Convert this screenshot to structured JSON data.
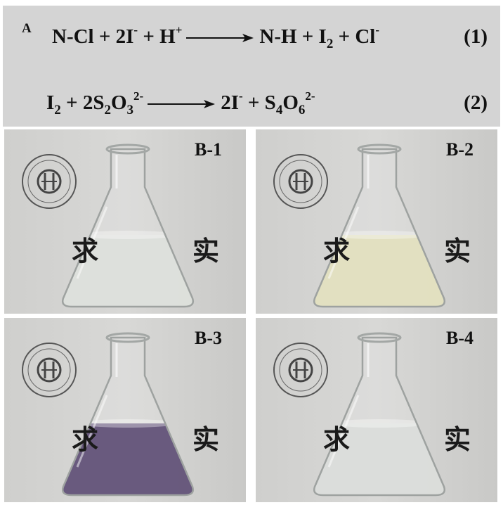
{
  "panel_a": {
    "letter": "A",
    "eq1": {
      "lhs": [
        "N-Cl + 2I",
        "-",
        " + H",
        "+"
      ],
      "rhs": [
        "N-H + I",
        "2",
        " + Cl",
        "-"
      ],
      "number": "(1)"
    },
    "eq2": {
      "lhs": [
        "I",
        "2",
        " + 2S",
        "2",
        "O",
        "3",
        "2-"
      ],
      "rhs": [
        "2I",
        "-",
        " + S",
        "4",
        "O",
        "6",
        "2-"
      ],
      "number": "(2)"
    }
  },
  "photos": [
    {
      "label": "B-1",
      "text_left": "求",
      "text_right": "实",
      "liquid_color": "#d9dcd8"
    },
    {
      "label": "B-2",
      "text_left": "求",
      "text_right": "实",
      "liquid_color": "#dedcb6"
    },
    {
      "label": "B-3",
      "text_left": "求",
      "text_right": "实",
      "liquid_color": "#4a3764"
    },
    {
      "label": "B-4",
      "text_left": "求",
      "text_right": "实",
      "liquid_color": "#d6d9d6"
    }
  ],
  "colors": {
    "panel_background": "#d4d4d4",
    "photo_background": "#d8d8d6"
  }
}
